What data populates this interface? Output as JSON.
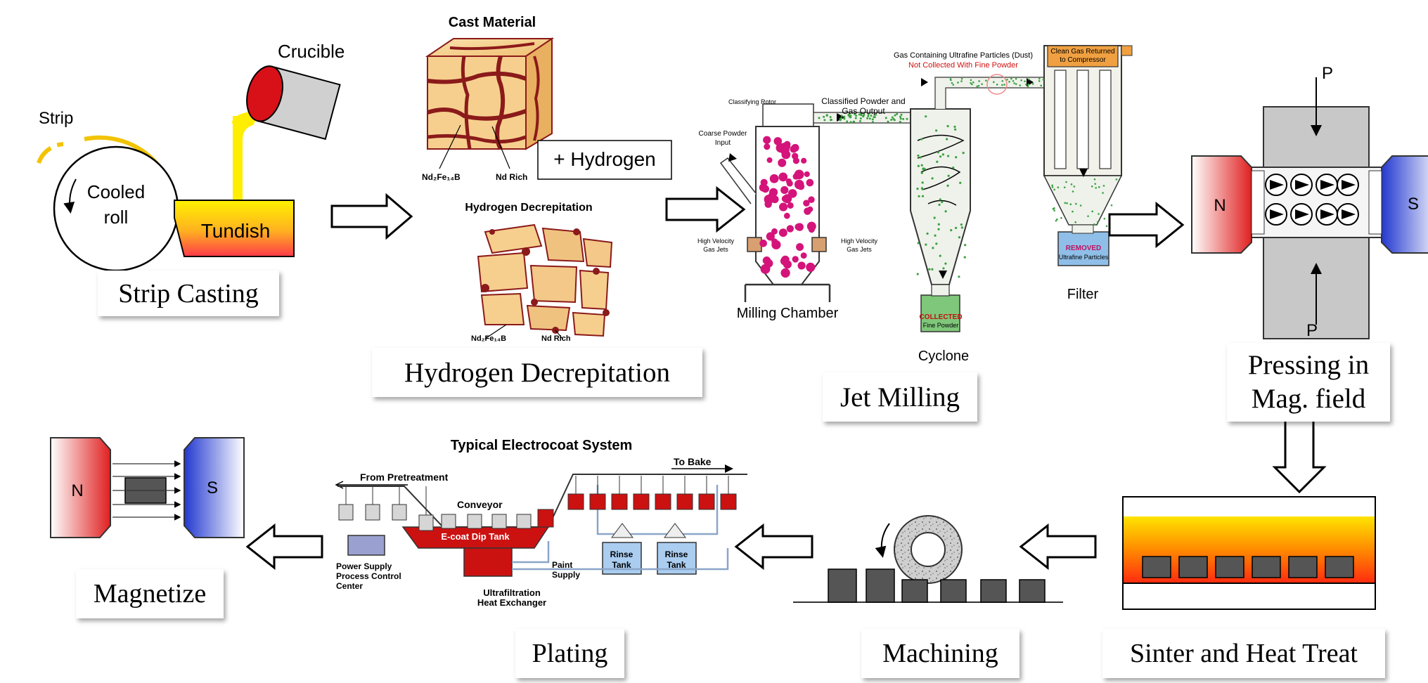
{
  "steps": {
    "strip_casting": "Strip Casting",
    "hydrogen_decrepitation": "Hydrogen Decrepitation",
    "jet_milling": "Jet Milling",
    "pressing": "Pressing in Mag. field",
    "pressing_line1": "Pressing in",
    "pressing_line2": "Mag. field",
    "sinter": "Sinter and Heat Treat",
    "machining": "Machining",
    "plating": "Plating",
    "magnetize": "Magnetize"
  },
  "strip_casting": {
    "strip": "Strip",
    "crucible": "Crucible",
    "cooled": "Cooled",
    "roll": "roll",
    "tundish": "Tundish"
  },
  "hd": {
    "cast_material": "Cast Material",
    "plus_hydrogen": "+ Hydrogen",
    "nd2fe14b": "Nd₂Fe₁₄B",
    "nd_rich": "Nd Rich",
    "title": "Hydrogen Decrepitation",
    "nd2fe14b_2": "Nd₂Fe₁₄B",
    "nd_rich_2": "Nd Rich"
  },
  "jm": {
    "gas_ultrafine": "Gas Containing Ultrafine Particles (Dust)",
    "not_collected": "Not Collected With Fine Powder",
    "clean_gas1": "Clean Gas Returned",
    "clean_gas2": "to Compressor",
    "classified1": "Classified Powder and",
    "classified2": "Gas Output",
    "classifying_rotor": "Classifying Rotor",
    "coarse1": "Coarse Powder",
    "coarse2": "Input",
    "hv_left1": "High Velocity",
    "hv_left2": "Gas Jets",
    "hv_right1": "High Velocity",
    "hv_right2": "Gas Jets",
    "milling_chamber": "Milling Chamber",
    "cyclone": "Cyclone",
    "collected": "COLLECTED",
    "fine_powder": "Fine Powder",
    "removed": "REMOVED",
    "ultrafine": "Ultrafine Particles",
    "filter": "Filter"
  },
  "press": {
    "p_top": "P",
    "p_bottom": "P",
    "n": "N",
    "s": "S"
  },
  "magnetize": {
    "n": "N",
    "s": "S"
  },
  "ec": {
    "title": "Typical Electrocoat System",
    "from_pretreatment": "From Pretreatment",
    "to_bake": "To Bake",
    "conveyor": "Conveyor",
    "dip_tank": "E-coat Dip Tank",
    "rinse_tank": "Rinse",
    "rinse_tank_b": "Tank",
    "rinse_tank2": "Rinse",
    "rinse_tank2_b": "Tank",
    "paint": "Paint",
    "supply": "Supply",
    "power1": "Power Supply",
    "power2": "Process Control",
    "power3": "Center",
    "ultra1": "Ultrafiltration",
    "ultra2": "Heat Exchanger"
  },
  "colors": {
    "crack": "#8b1a1a",
    "grain": "#f6cf8e",
    "north": "#e03030",
    "south": "#2a3fd0",
    "tundish": "#ffee00",
    "dip_tank": "#cc1111",
    "rinse": "#aacdf0"
  }
}
